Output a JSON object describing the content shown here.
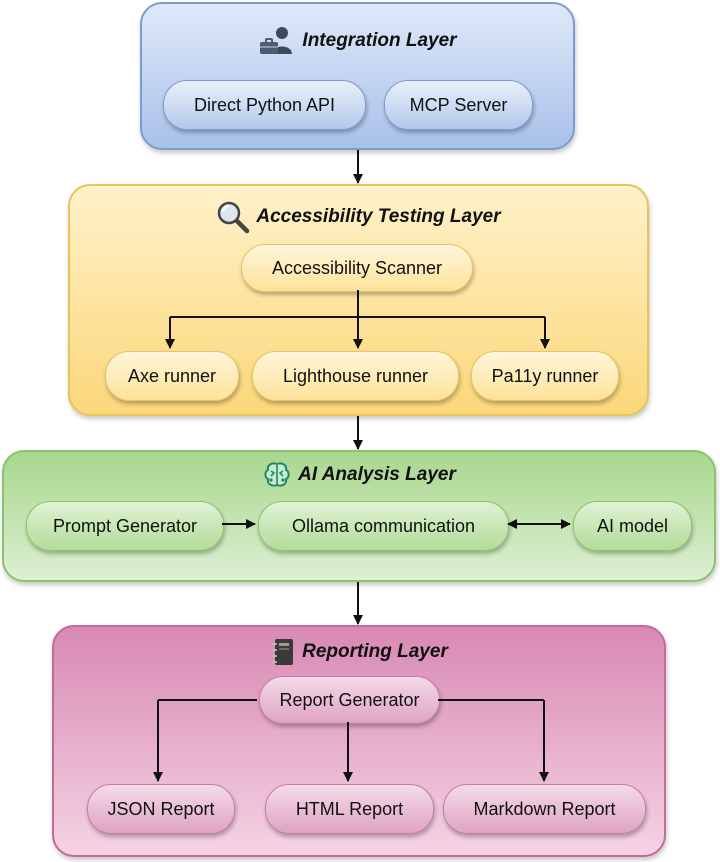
{
  "integration": {
    "title": "Integration Layer",
    "icon": "user-briefcase-icon",
    "nodes": {
      "direct_python_api": "Direct Python API",
      "mcp_server": "MCP Server"
    }
  },
  "accessibility": {
    "title": "Accessibility Testing Layer",
    "icon": "magnifier-icon",
    "nodes": {
      "scanner": "Accessibility Scanner",
      "axe": "Axe runner",
      "lighthouse": "Lighthouse runner",
      "pa11y": "Pa11y runner"
    }
  },
  "ai": {
    "title": "AI Analysis Layer",
    "icon": "brain-chip-icon",
    "nodes": {
      "prompt_generator": "Prompt Generator",
      "ollama": "Ollama communication",
      "ai_model": "AI model"
    }
  },
  "reporting": {
    "title": "Reporting Layer",
    "icon": "notebook-icon",
    "nodes": {
      "report_generator": "Report Generator",
      "json": "JSON Report",
      "html": "HTML Report",
      "markdown": "Markdown Report"
    }
  },
  "colors": {
    "integration": "#a9c1ea",
    "accessibility": "#fbd77a",
    "ai": "#a9d78e",
    "reporting": "#d889b3"
  }
}
